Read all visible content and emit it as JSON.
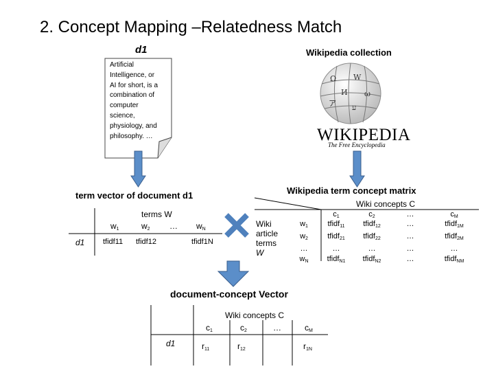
{
  "title": "2. Concept Mapping –Relatedness Match",
  "document": {
    "label": "d1",
    "text_lines": [
      "Artificial",
      "Intelligence, or",
      "AI for short, is a",
      "combination of",
      "computer",
      "science,",
      "physiology, and",
      "philosophy. …"
    ]
  },
  "wikipedia": {
    "label": "Wikipedia collection",
    "wordmark": "WIKIPEDIA",
    "tagline": "The Free Encyclopedia"
  },
  "term_vector": {
    "label": "term vector of document d1",
    "header": "terms W",
    "cols": [
      "w",
      "w",
      "…",
      "w"
    ],
    "col_subs": [
      "1",
      "2",
      "",
      "N"
    ],
    "row_label": "d1",
    "values": [
      "tfidf",
      "tfidf",
      "",
      "tfidf"
    ],
    "value_subs": [
      "11",
      "12",
      "",
      "1N"
    ]
  },
  "concept_matrix": {
    "label": "Wikipedia term concept matrix",
    "header": "Wiki concepts C",
    "row_header": [
      "Wiki",
      "article",
      "terms",
      "W"
    ],
    "rows": [
      "w",
      "w",
      "…",
      "w"
    ],
    "row_subs": [
      "1",
      "2",
      "",
      "N"
    ],
    "cols": [
      "c",
      "c",
      "…",
      "c"
    ],
    "col_subs": [
      "1",
      "2",
      "",
      "M"
    ],
    "cells": [
      [
        "tfidf",
        "tfidf",
        "…",
        "tfidf"
      ],
      [
        "tfidf",
        "tfidf",
        "…",
        "tfidf"
      ],
      [
        "…",
        "…",
        "…",
        "…"
      ],
      [
        "tfidf",
        "tfidf",
        "…",
        "tfidf"
      ]
    ],
    "cell_subs": [
      [
        "11",
        "12",
        "",
        "1M"
      ],
      [
        "21",
        "22",
        "",
        "2M"
      ],
      [
        "",
        "",
        "",
        ""
      ],
      [
        "N1",
        "N2",
        "",
        "NM"
      ]
    ]
  },
  "result": {
    "label": "document-concept Vector",
    "header": "Wiki concepts  C",
    "cols": [
      "c",
      "c",
      "…",
      "c"
    ],
    "col_subs": [
      "1",
      "2",
      "",
      "M"
    ],
    "row_label": "d1",
    "values": [
      "r",
      "r",
      "",
      "r"
    ],
    "value_subs": [
      "11",
      "12",
      "",
      "1N"
    ]
  },
  "colors": {
    "arrow_fill": "#5b8ec9",
    "arrow_stroke": "#3a5e8c",
    "cross": "#4f81bd"
  }
}
